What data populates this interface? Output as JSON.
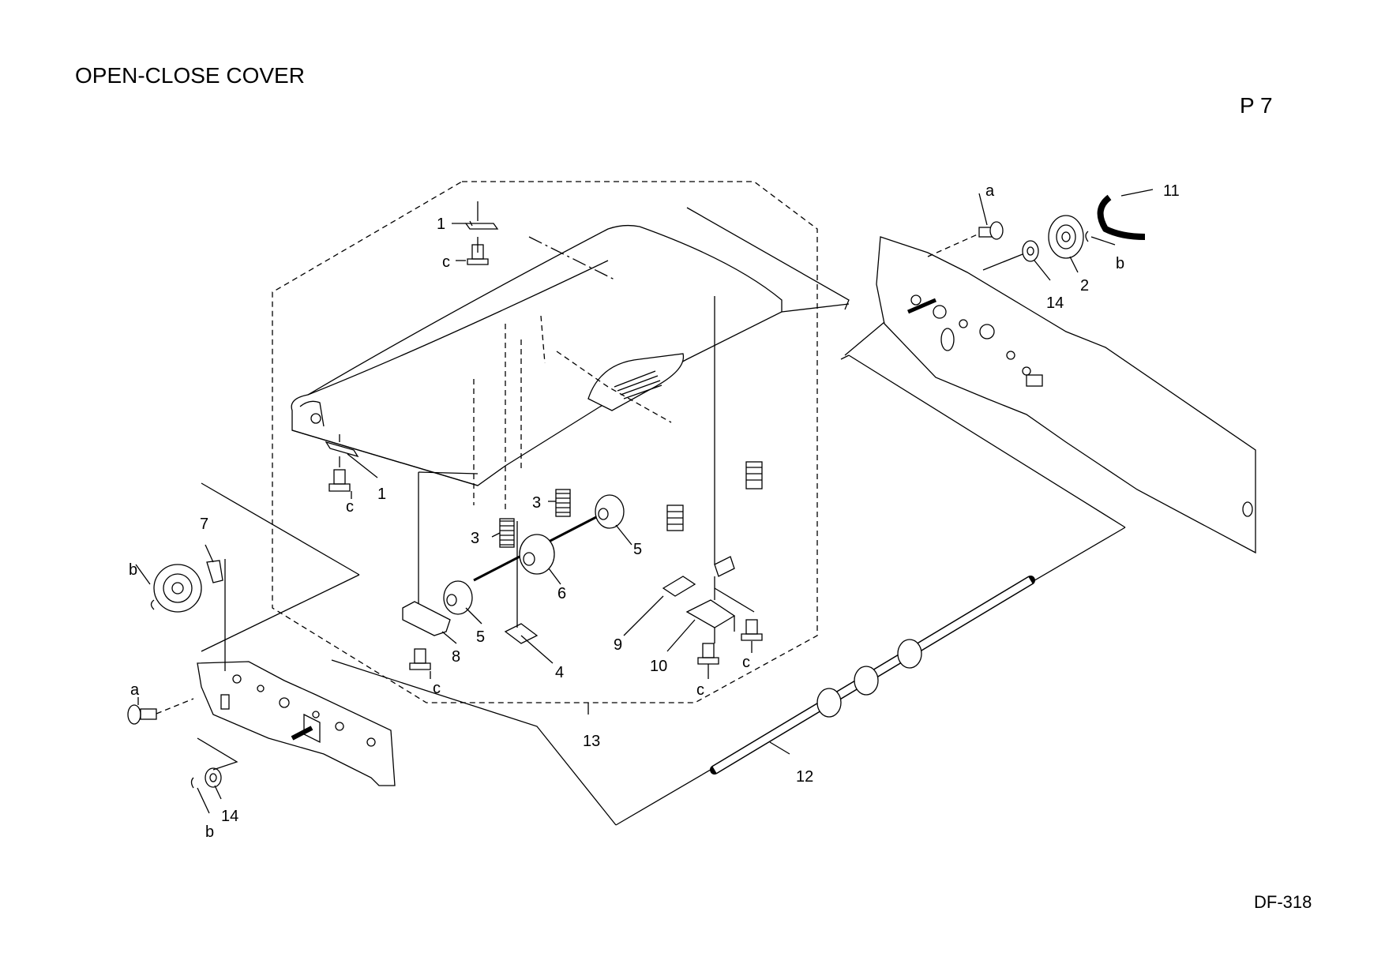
{
  "page": {
    "title": "OPEN-CLOSE COVER",
    "page_number": "P 7",
    "model": "DF-318"
  },
  "callouts": {
    "c1": {
      "label": "1"
    },
    "c2": {
      "label": "c"
    },
    "c3": {
      "label": "1"
    },
    "c4": {
      "label": "c"
    },
    "c5": {
      "label": "3"
    },
    "c6": {
      "label": "3"
    },
    "c7": {
      "label": "5"
    },
    "c8": {
      "label": "6"
    },
    "c9": {
      "label": "5"
    },
    "c10": {
      "label": "8"
    },
    "c11": {
      "label": "c"
    },
    "c12": {
      "label": "4"
    },
    "c13": {
      "label": "9"
    },
    "c14": {
      "label": "10"
    },
    "c15": {
      "label": "c"
    },
    "c16": {
      "label": "c"
    },
    "c17": {
      "label": "13"
    },
    "c18": {
      "label": "7"
    },
    "c19": {
      "label": "b"
    },
    "c20": {
      "label": "a"
    },
    "c21": {
      "label": "14"
    },
    "c22": {
      "label": "b"
    },
    "c23": {
      "label": "12"
    },
    "c24": {
      "label": "a"
    },
    "c25": {
      "label": "11"
    },
    "c26": {
      "label": "b"
    },
    "c27": {
      "label": "2"
    },
    "c28": {
      "label": "14"
    }
  }
}
